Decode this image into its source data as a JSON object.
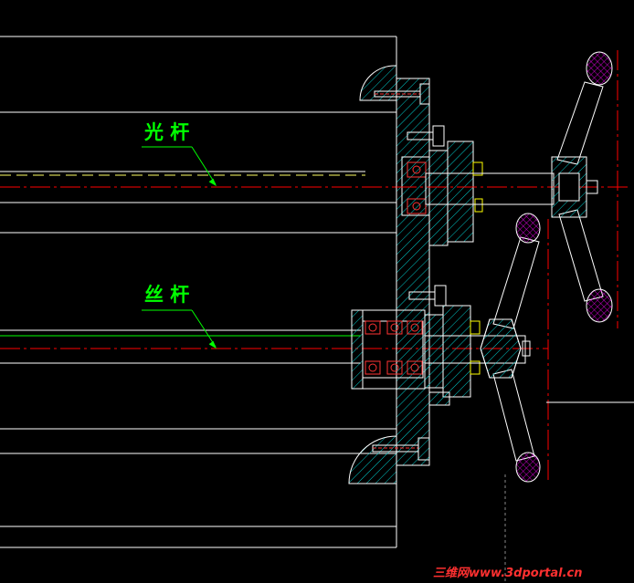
{
  "labels": {
    "polished_rod": "光 杆",
    "lead_screw": "丝 杆"
  },
  "watermark": "三维网www.3dportal.cn",
  "colors": {
    "background": "#000000",
    "outline": "#ffffff",
    "label_green": "#00ff00",
    "centerline": "#ff0000",
    "hatch": "#00cccc",
    "component_red": "#ff3333",
    "watermark": "#ff3030"
  }
}
